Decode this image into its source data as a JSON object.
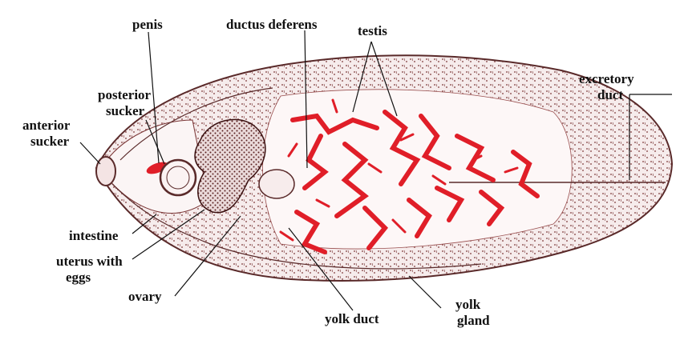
{
  "diagram": {
    "labels": {
      "penis": "penis",
      "ductus_deferens": "ductus deferens",
      "testis": "testis",
      "posterior_sucker_1": "posterior",
      "posterior_sucker_2": "sucker",
      "anterior_sucker_1": "anterior",
      "anterior_sucker_2": "sucker",
      "excretory_duct_1": "excretory",
      "excretory_duct_2": "duct",
      "intestine": "intestine",
      "uterus_1": "uterus with",
      "uterus_2": "eggs",
      "ovary": "ovary",
      "yolk_duct": "yolk duct",
      "yolk_gland_1": "yolk",
      "yolk_gland_2": "gland"
    },
    "colors": {
      "outline": "#5a2a2a",
      "tissue": "#7a3535",
      "testis": "#e01e28",
      "background": "#ffffff",
      "text": "#111111"
    }
  }
}
